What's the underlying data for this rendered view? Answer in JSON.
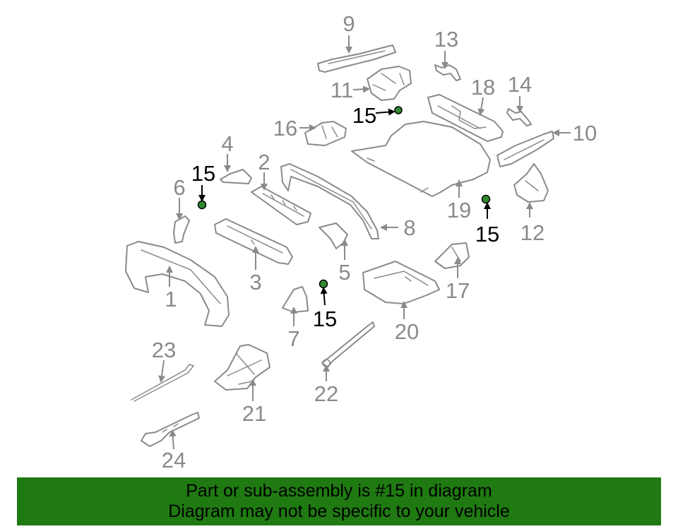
{
  "diagram": {
    "callouts": {
      "c1": "1",
      "c2": "2",
      "c3": "3",
      "c4": "4",
      "c5": "5",
      "c6": "6",
      "c7": "7",
      "c8": "8",
      "c9": "9",
      "c10": "10",
      "c11": "11",
      "c12": "12",
      "c13": "13",
      "c14": "14",
      "c15a": "15",
      "c15b": "15",
      "c15c": "15",
      "c15d": "15",
      "c16": "16",
      "c17": "17",
      "c18": "18",
      "c19": "19",
      "c20": "20",
      "c21": "21",
      "c22": "22",
      "c23": "23",
      "c24": "24"
    },
    "highlight_color": "#2e8b2e"
  },
  "banner": {
    "line1": "Part or sub-assembly is #15 in diagram",
    "line2": "Diagram may not be specific to your vehicle",
    "background": "#1f7a12"
  }
}
